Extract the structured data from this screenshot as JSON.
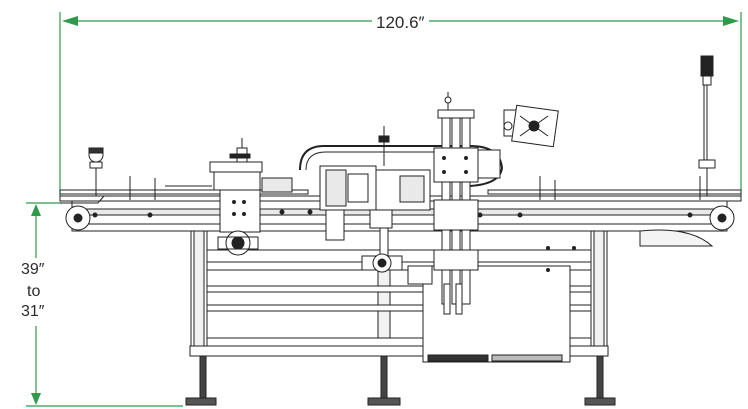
{
  "dimensions": {
    "overall_length": "120.6″",
    "height_from": "39″",
    "height_to_word": "to",
    "height_to": "31″"
  },
  "colors": {
    "accent": "#2e9b4a",
    "line": "#222222",
    "fill_light": "#e9e9e9"
  },
  "icons": {
    "arrow": "green-arrowhead",
    "beacon": "stack-light-icon"
  }
}
